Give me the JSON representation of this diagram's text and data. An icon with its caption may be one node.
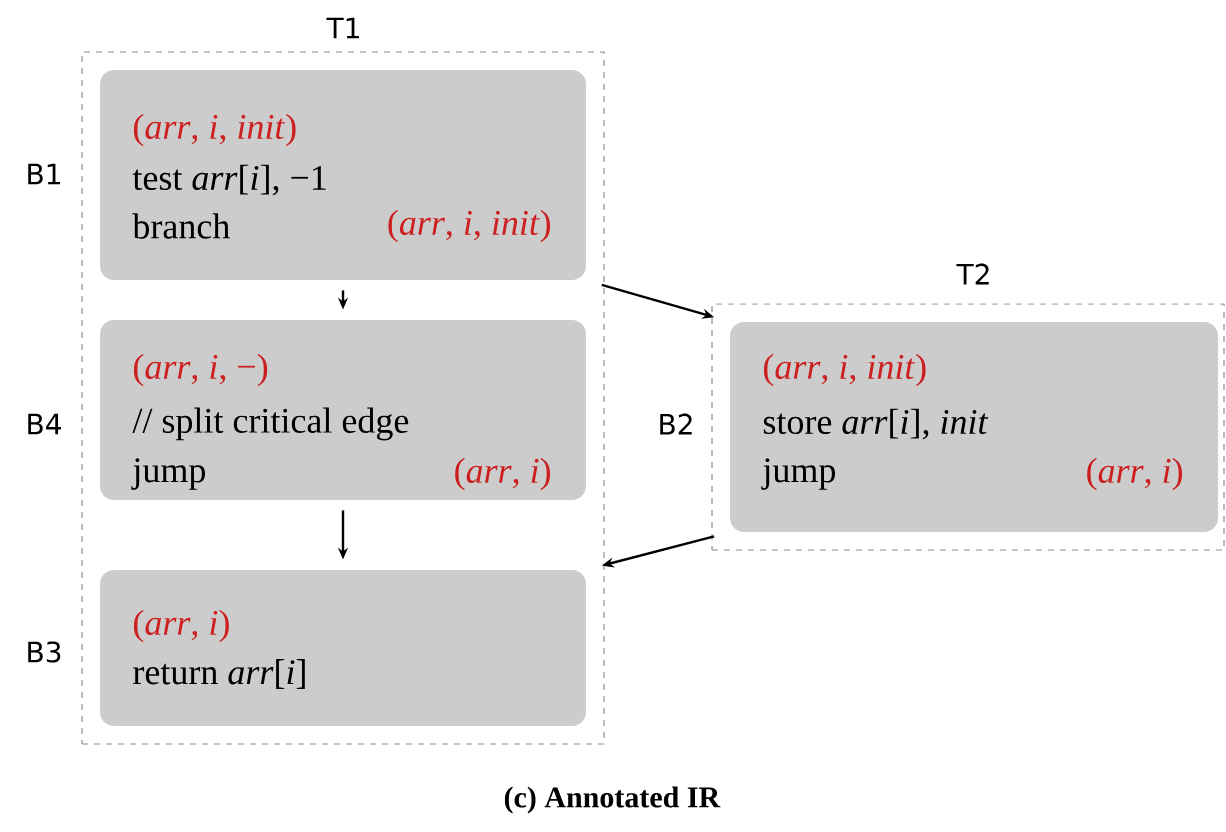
{
  "diagram": {
    "caption": "**(c) Annotated IR**",
    "nodes": [
      {
        "text": [
          "T1"
        ]
      },
      {
        "text": [
          "(*arr*, *i*, *init*)",
          "test *arr*[*i*], −1",
          "branch",
          "(*arr*, *i*, *init*)"
        ],
        "in": 0,
        "beside": [
          "B1"
        ]
      },
      {
        "text": [
          "(*arr*, *i*, −)",
          "// split critical edge",
          "jump",
          "(*arr*, *i*)"
        ],
        "in": 0,
        "beside": [
          "B4"
        ]
      },
      {
        "text": [
          "(*arr*, *i*)",
          "return *arr*[*i*]"
        ],
        "in": 0,
        "beside": [
          "B3"
        ]
      },
      {
        "text": [
          "T2"
        ]
      },
      {
        "text": [
          "(*arr*, *i*, *init*)",
          "store *arr*[*i*], *init*",
          "jump",
          "(*arr*, *i*)"
        ],
        "in": 4,
        "beside": [
          "B2"
        ]
      }
    ],
    "edges": [
      {
        "from": 1,
        "to": 2,
        "arrow": "to"
      },
      {
        "from": 1,
        "to": 5,
        "arrow": "to"
      },
      {
        "from": 2,
        "to": 3,
        "arrow": "to"
      },
      {
        "from": 5,
        "to": 3,
        "arrow": "to"
      }
    ]
  }
}
